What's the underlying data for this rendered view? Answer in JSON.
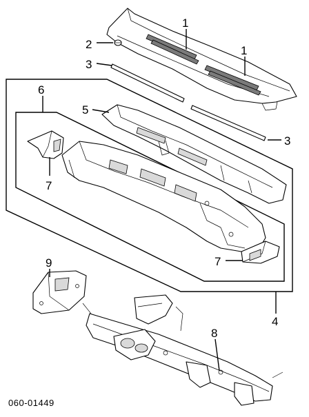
{
  "diagram": {
    "callouts": [
      "1",
      "2",
      "3",
      "1",
      "3",
      "6",
      "5",
      "3",
      "7",
      "7",
      "9",
      "4",
      "8"
    ],
    "catalog_code": "060-01449"
  }
}
